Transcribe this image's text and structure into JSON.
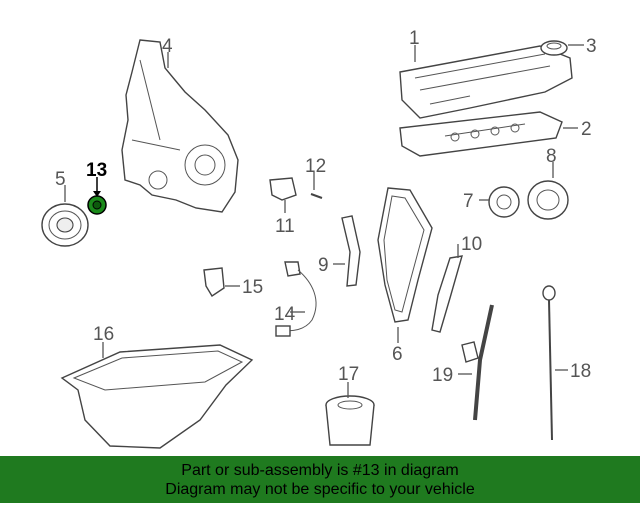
{
  "callouts": {
    "p1": "1",
    "p2": "2",
    "p3": "3",
    "p4": "4",
    "p5": "5",
    "p6": "6",
    "p7": "7",
    "p8": "8",
    "p9": "9",
    "p10": "10",
    "p11": "11",
    "p12": "12",
    "p13": "13",
    "p14": "14",
    "p15": "15",
    "p16": "16",
    "p17": "17",
    "p18": "18",
    "p19": "19"
  },
  "highlighted_part": "13",
  "colors": {
    "banner": "#1f7a1f",
    "highlight_part": "#1a8a1a"
  },
  "banner": {
    "line1": "Part or sub-assembly is #13 in diagram",
    "line2": "Diagram may not be specific to your vehicle"
  }
}
